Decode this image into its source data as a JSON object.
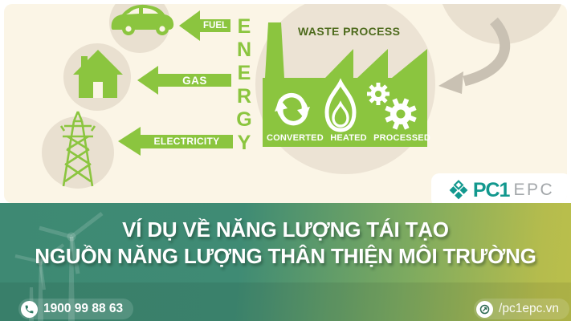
{
  "top_panel": {
    "energy_letters": [
      "E",
      "N",
      "E",
      "R",
      "G",
      "Y"
    ],
    "arrows": [
      {
        "label": "FUEL"
      },
      {
        "label": "GAS"
      },
      {
        "label": "ELECTRICITY"
      }
    ],
    "waste_process_title": "WASTE PROCESS",
    "process_steps": [
      {
        "label": "CONVERTED",
        "icon": "recycle-icon"
      },
      {
        "label": "HEATED",
        "icon": "flame-icon"
      },
      {
        "label": "PROCESSED",
        "icon": "gears-icon"
      }
    ],
    "consumer_icons": [
      "car-icon",
      "house-icon",
      "power-tower-icon"
    ]
  },
  "logo": {
    "brand": "PC1",
    "suffix": "EPC"
  },
  "banner": {
    "title_line1": "VÍ DỤ VỀ NĂNG LƯỢNG TÁI TẠO",
    "title_line2": "NGUỒN NĂNG LƯỢNG THÂN THIỆN MÔI TRƯỜNG"
  },
  "footer": {
    "phone": "1900 99 88 63",
    "website": "/pc1epc.vn"
  },
  "colors": {
    "green": "#8bc53f",
    "dark_green_text": "#4e6b1d",
    "cream": "#fbf5e6",
    "beige_circle": "#e9e0d0",
    "teal": "#12988e",
    "banner_teal": "#3e8973",
    "banner_yellow_green": "#b5bc4d",
    "gray_arrow": "#c9c1b3"
  }
}
